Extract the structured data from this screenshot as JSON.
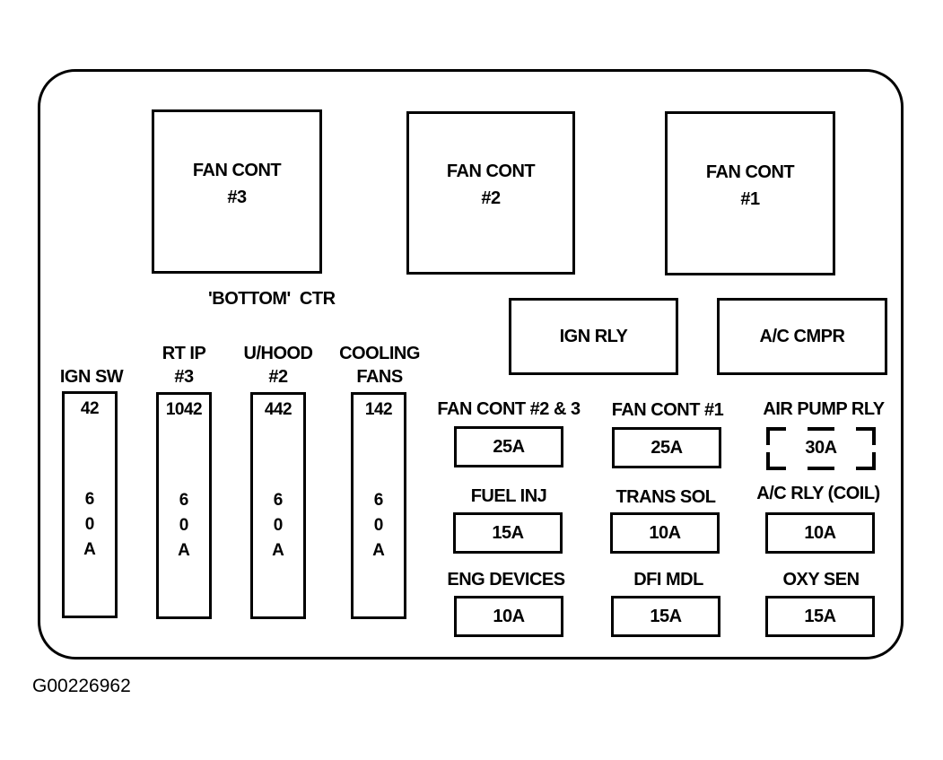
{
  "diagram": {
    "figure_id": "G00226962",
    "bottom_label": "'BOTTOM'  CTR",
    "large_relays": [
      {
        "line1": "FAN CONT",
        "line2": "#3"
      },
      {
        "line1": "FAN CONT",
        "line2": "#2"
      },
      {
        "line1": "FAN CONT",
        "line2": "#1"
      }
    ],
    "small_relays": [
      {
        "label": "IGN RLY"
      },
      {
        "label": "A/C CMPR"
      }
    ],
    "maxi_fuses": [
      {
        "name_line1": "",
        "name_line2": "IGN SW",
        "number": "42",
        "amp": [
          "6",
          "0",
          "A"
        ]
      },
      {
        "name_line1": "RT IP",
        "name_line2": "#3",
        "number": "1042",
        "amp": [
          "6",
          "0",
          "A"
        ]
      },
      {
        "name_line1": "U/HOOD",
        "name_line2": "#2",
        "number": "442",
        "amp": [
          "6",
          "0",
          "A"
        ]
      },
      {
        "name_line1": "COOLING",
        "name_line2": "FANS",
        "number": "142",
        "amp": [
          "6",
          "0",
          "A"
        ]
      }
    ],
    "mini_fuses": [
      {
        "label": "FAN CONT #2 & 3",
        "rating": "25A"
      },
      {
        "label": "FAN CONT #1",
        "rating": "25A"
      },
      {
        "label": "AIR PUMP RLY",
        "rating": "30A",
        "style": "dashed"
      },
      {
        "label": "FUEL INJ",
        "rating": "15A"
      },
      {
        "label": "TRANS SOL",
        "rating": "10A"
      },
      {
        "label": "A/C RLY (COIL)",
        "rating": "10A"
      },
      {
        "label": "ENG DEVICES",
        "rating": "10A"
      },
      {
        "label": "DFI MDL",
        "rating": "15A"
      },
      {
        "label": "OXY SEN",
        "rating": "15A"
      }
    ]
  }
}
